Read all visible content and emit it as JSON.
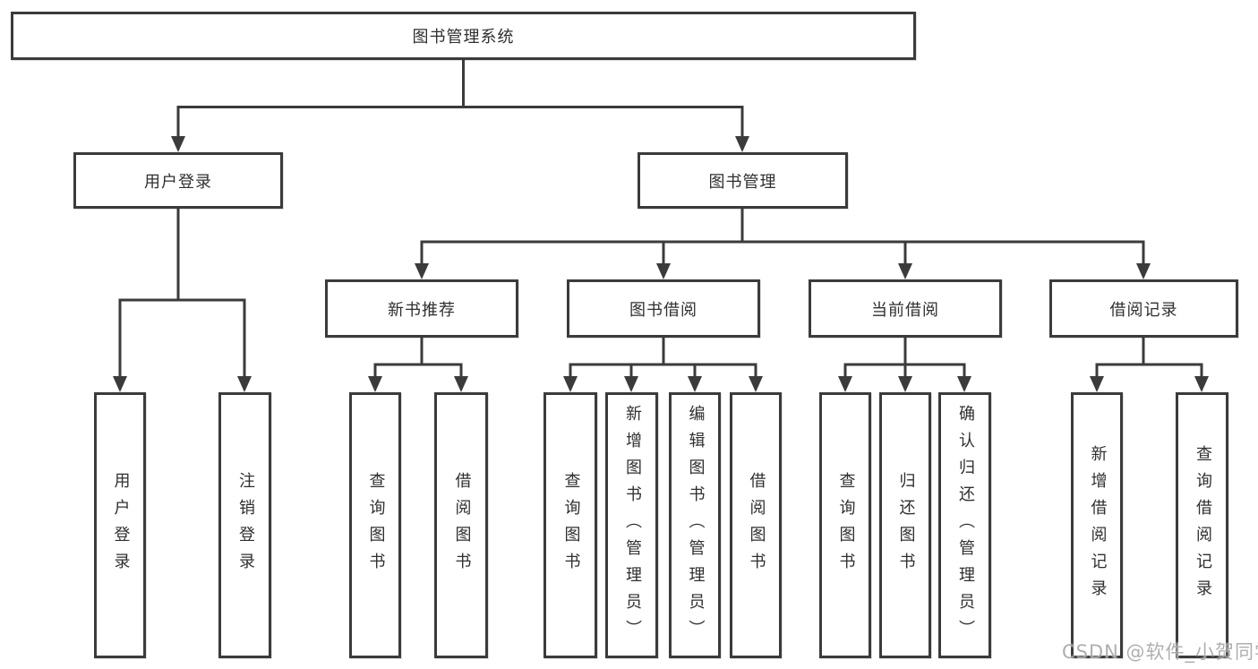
{
  "diagram": {
    "root_label": "图书管理系统",
    "level2": [
      {
        "label": "用户登录"
      },
      {
        "label": "图书管理"
      }
    ],
    "level3": [
      {
        "label": "新书推荐"
      },
      {
        "label": "图书借阅"
      },
      {
        "label": "当前借阅"
      },
      {
        "label": "借阅记录"
      }
    ],
    "leaves": [
      {
        "label": "用户登录"
      },
      {
        "label": "注销登录"
      },
      {
        "label": "查询图书"
      },
      {
        "label": "借阅图书"
      },
      {
        "label": "查询图书"
      },
      {
        "label": "新增图书（管理员）"
      },
      {
        "label": "编辑图书（管理员）"
      },
      {
        "label": "借阅图书"
      },
      {
        "label": "查询图书"
      },
      {
        "label": "归还图书"
      },
      {
        "label": "确认归还（管理员）"
      },
      {
        "label": "新增借阅记录"
      },
      {
        "label": "查询借阅记录"
      }
    ]
  },
  "colors": {
    "line": "#3b3b3b",
    "text": "#2f2f2f",
    "background": "#ffffff",
    "watermark": "#9e9e9e"
  },
  "watermark": {
    "text": "CSDN @软件_小贺同学"
  }
}
